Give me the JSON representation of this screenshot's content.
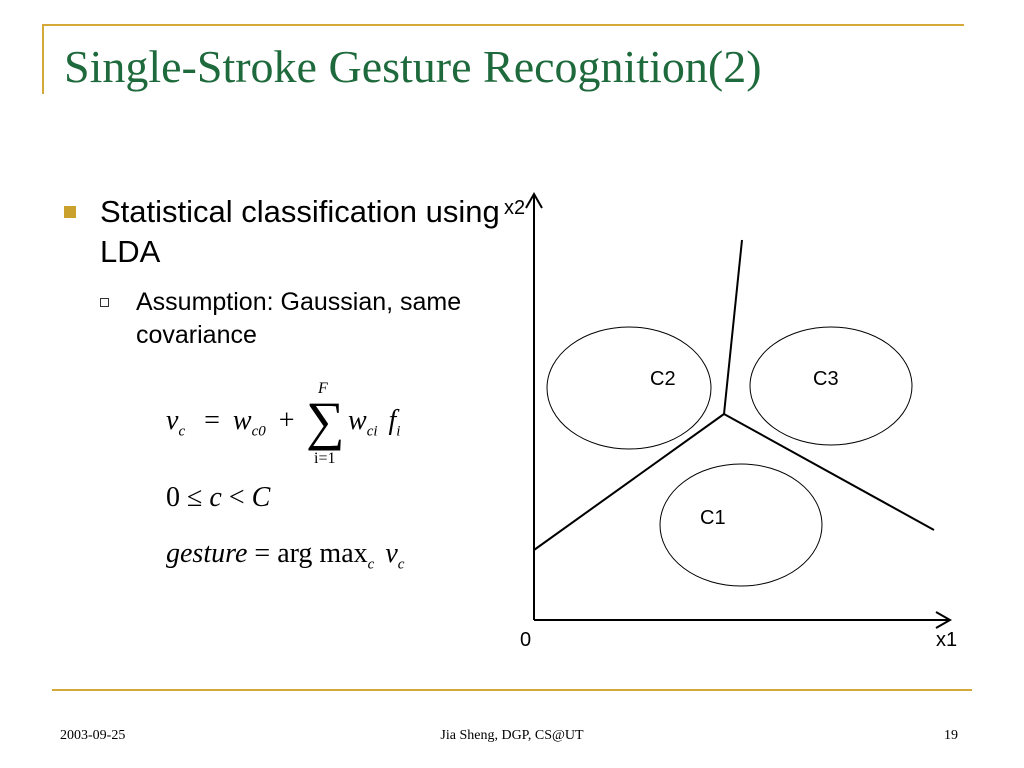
{
  "slide": {
    "title": "Single-Stroke Gesture Recognition(2)",
    "bullet1": "Statistical classification using LDA",
    "bullet2": "Assumption: Gaussian, same covariance"
  },
  "equations": {
    "eq1": {
      "lhs": "v",
      "lhs_sub": "c",
      "equals": "=",
      "w": "w",
      "w_sub": "c0",
      "plus": "+",
      "sum_upper": "F",
      "sum_lower": "i=1",
      "term_w": "w",
      "term_w_sub": "ci",
      "term_f": "f",
      "term_f_sub": "i"
    },
    "eq2": {
      "zero": "0",
      "le": "≤",
      "c": "c",
      "lt": "<",
      "C": "C"
    },
    "eq3": {
      "gesture": "gesture",
      "equals": "=",
      "argmax": "arg max",
      "argmax_sub": "c",
      "v": "v",
      "v_sub": "c"
    }
  },
  "diagram": {
    "y_axis_label": "x2",
    "x_axis_label": "x1",
    "origin_label": "0",
    "class_labels": [
      "C1",
      "C2",
      "C3"
    ]
  },
  "footer": {
    "date": "2003-09-25",
    "author": "Jia Sheng, DGP, CS@UT",
    "page": "19"
  },
  "colors": {
    "title": "#1e6a3c",
    "accent": "#d4a93a"
  }
}
